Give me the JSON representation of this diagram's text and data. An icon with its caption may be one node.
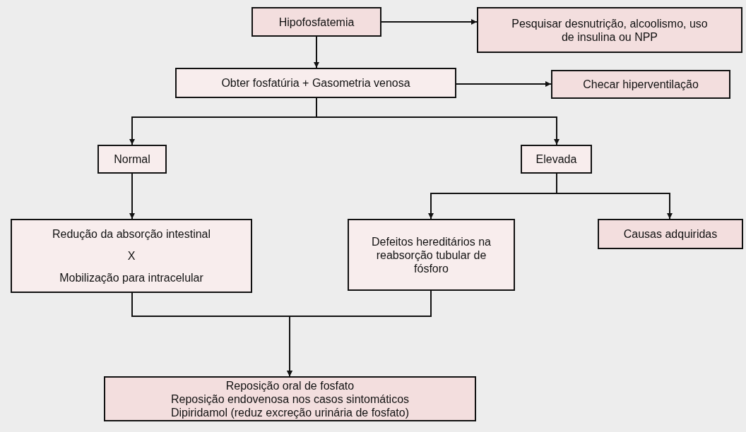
{
  "diagram": {
    "nodes": [
      {
        "text": [
          "Hipofosfatemia"
        ]
      },
      {
        "text": [
          "Pesquisar desnutrição, alcoolismo, uso de insulina ou NPP"
        ]
      },
      {
        "text": [
          "Obter fosfatúria + Gasometria venosa"
        ]
      },
      {
        "text": [
          "Checar hiperventilação"
        ]
      },
      {
        "text": [
          "Normal"
        ]
      },
      {
        "text": [
          "Elevada"
        ]
      },
      {
        "text": [
          "Redução da absorção intestinal",
          "X",
          "Mobilização para intracelular"
        ]
      },
      {
        "text": [
          "Defeitos hereditários na reabsorção tubular de fósforo"
        ]
      },
      {
        "text": [
          "Causas adquiridas"
        ]
      },
      {
        "text": [
          "Reposição oral de fosfato",
          "Reposição endovenosa nos casos sintomáticos",
          "Dipiridamol (reduz excreção urinária de fosfato)"
        ]
      }
    ],
    "edges": [
      {
        "from": 0,
        "to": 1,
        "arrow": "to"
      },
      {
        "from": 0,
        "to": 2,
        "arrow": "to"
      },
      {
        "from": 2,
        "to": 3,
        "arrow": "to"
      },
      {
        "from": 2,
        "to": 4,
        "arrow": "to"
      },
      {
        "from": 2,
        "to": 5,
        "arrow": "to"
      },
      {
        "from": 4,
        "to": 6,
        "arrow": "to"
      },
      {
        "from": 5,
        "to": 7,
        "arrow": "to"
      },
      {
        "from": 5,
        "to": 8,
        "arrow": "to"
      },
      {
        "from": 6,
        "to": 9,
        "arrow": "to"
      },
      {
        "from": 7,
        "to": 9,
        "arrow": "to"
      }
    ]
  }
}
